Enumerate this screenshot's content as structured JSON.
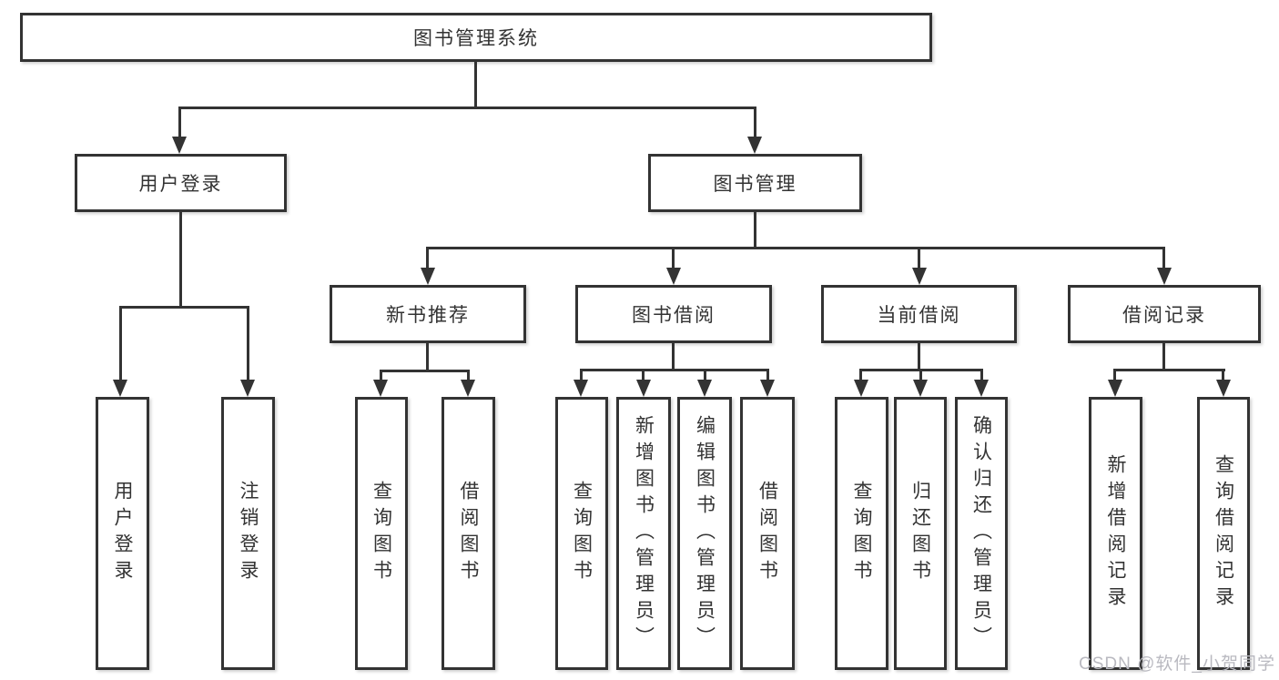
{
  "diagram_title": "图书管理系统",
  "nodes": {
    "root": "图书管理系统",
    "user_login": "用户登录",
    "book_management": "图书管理",
    "new_book_recommend": "新书推荐",
    "book_borrow": "图书借阅",
    "current_borrow": "当前借阅",
    "borrow_record": "借阅记录",
    "leaf_user_login": "用户登录",
    "leaf_logout": "注销登录",
    "leaf_query_book_1": "查询图书",
    "leaf_borrow_book_1": "借阅图书",
    "leaf_query_book_2": "查询图书",
    "leaf_add_book_admin": "新增图书（管理员）",
    "leaf_edit_book_admin": "编辑图书（管理员）",
    "leaf_borrow_book_2": "借阅图书",
    "leaf_query_book_3": "查询图书",
    "leaf_return_book": "归还图书",
    "leaf_confirm_return_admin": "确认归还（管理员）",
    "leaf_add_borrow_record": "新增借阅记录",
    "leaf_query_borrow_record": "查询借阅记录"
  },
  "watermark": "CSDN @软件_小贺同学",
  "colors": {
    "line": "#333333",
    "text": "#333333",
    "box_background": "#ffffff",
    "watermark": "#b9b9c0"
  }
}
